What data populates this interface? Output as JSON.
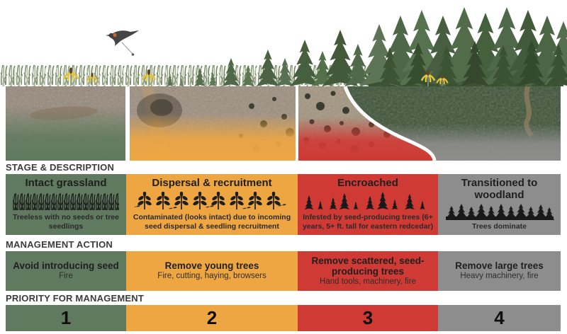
{
  "page": {
    "background": "#ffffff"
  },
  "colors": {
    "stage_green": "#5f7a5e",
    "stage_orange": "#eea642",
    "stage_red": "#cf3a34",
    "stage_gray": "#8e8d8d",
    "header_text": "#3c3c3c",
    "cell_text": "#1f1f1f"
  },
  "headers": {
    "stage": "STAGE & DESCRIPTION",
    "management": "MANAGEMENT ACTION",
    "priority": "PRIORITY FOR MANAGEMENT"
  },
  "illustration": {
    "bird_icon": "flying-blackbird-dropping-seed-icon",
    "panels": [
      "grassland-aerial-photo",
      "dispersal-aerial-photo",
      "encroached-aerial-photo",
      "woodland-aerial-photo"
    ]
  },
  "stages": [
    {
      "title": "Intact grassland",
      "icon": "grass-icon",
      "description": "Treeless with no seeds or tree seedlings",
      "action_title": "Avoid introducing seed",
      "action_detail": "Fire",
      "priority": "1",
      "color": "#5f7a5e"
    },
    {
      "title": "Dispersal & recruitment",
      "icon": "seedlings-icon",
      "description": "Contaminated (looks intact) due to incoming seed dispersal & seedling recruitment",
      "action_title": "Remove young trees",
      "action_detail": "Fire, cutting, haying, browsers",
      "priority": "2",
      "color": "#eea642"
    },
    {
      "title": "Encroached",
      "icon": "scattered-trees-icon",
      "description": "Infested by seed-producing trees (6+ years, 5+ ft. tall for eastern redcedar)",
      "action_title": "Remove scattered, seed-producing trees",
      "action_detail": "Hand tools, machinery, fire",
      "priority": "3",
      "color": "#cf3a34"
    },
    {
      "title": "Transitioned to woodland",
      "icon": "dense-trees-icon",
      "description": "Trees dominate",
      "action_title": "Remove large trees",
      "action_detail": "Heavy machinery, fire",
      "priority": "4",
      "color": "#8e8d8d"
    }
  ]
}
